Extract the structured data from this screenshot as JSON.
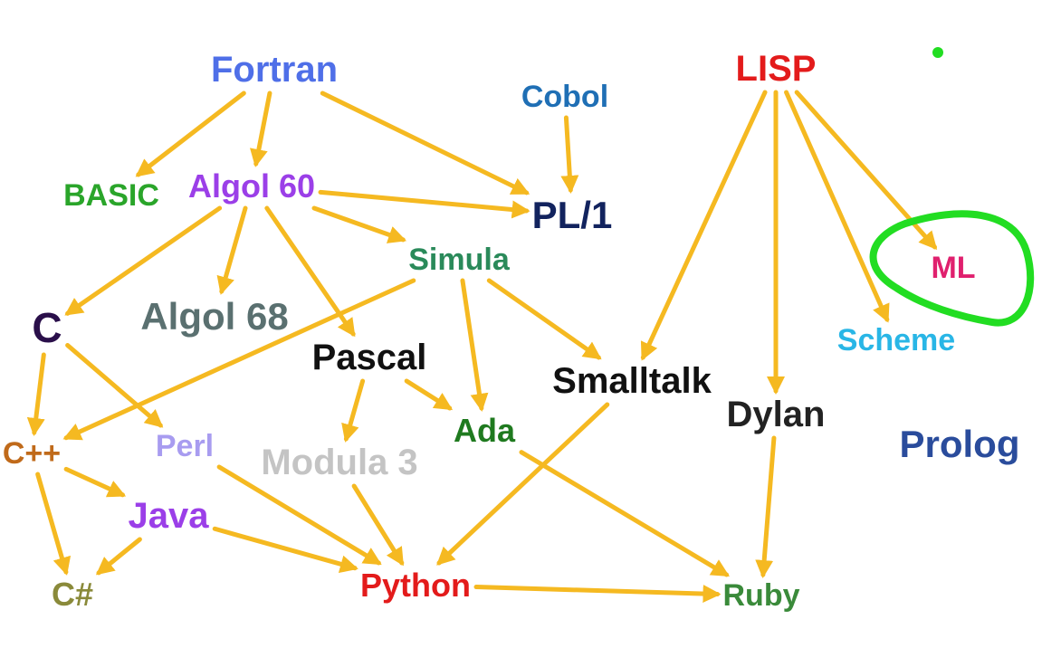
{
  "languages": {
    "fortran": {
      "label": "Fortran",
      "color": "#4f6fe8"
    },
    "cobol": {
      "label": "Cobol",
      "color": "#1f6fb5"
    },
    "lisp": {
      "label": "LISP",
      "color": "#e31b1b"
    },
    "basic": {
      "label": "BASIC",
      "color": "#2aa52a"
    },
    "algol60": {
      "label": "Algol 60",
      "color": "#9b3fe8"
    },
    "pl1": {
      "label": "PL/1",
      "color": "#12235e"
    },
    "simula": {
      "label": "Simula",
      "color": "#2a8a5a"
    },
    "c": {
      "label": "C",
      "color": "#2a0f4a"
    },
    "algol68": {
      "label": "Algol 68",
      "color": "#5a7070"
    },
    "pascal": {
      "label": "Pascal",
      "color": "#111111"
    },
    "smalltalk": {
      "label": "Smalltalk",
      "color": "#111111"
    },
    "dylan": {
      "label": "Dylan",
      "color": "#222222"
    },
    "ml": {
      "label": "ML",
      "color": "#e0206e"
    },
    "scheme": {
      "label": "Scheme",
      "color": "#29b6e6"
    },
    "prolog": {
      "label": "Prolog",
      "color": "#2a4c9c"
    },
    "cpp": {
      "label": "C++",
      "color": "#c06a1a"
    },
    "perl": {
      "label": "Perl",
      "color": "#a89cf0"
    },
    "modula3": {
      "label": "Modula 3",
      "color": "#c4c4c4"
    },
    "ada": {
      "label": "Ada",
      "color": "#1f7a1f"
    },
    "java": {
      "label": "Java",
      "color": "#9b3fe8"
    },
    "csharp": {
      "label": "C#",
      "color": "#8a8a3a"
    },
    "python": {
      "label": "Python",
      "color": "#e31b1b"
    },
    "ruby": {
      "label": "Ruby",
      "color": "#3a8a3a"
    }
  },
  "edges": [
    [
      "fortran",
      "basic"
    ],
    [
      "fortran",
      "algol60"
    ],
    [
      "fortran",
      "pl1"
    ],
    [
      "cobol",
      "pl1"
    ],
    [
      "algol60",
      "pl1"
    ],
    [
      "algol60",
      "simula"
    ],
    [
      "algol60",
      "c"
    ],
    [
      "algol60",
      "algol68"
    ],
    [
      "algol60",
      "pascal"
    ],
    [
      "simula",
      "cpp"
    ],
    [
      "simula",
      "ada"
    ],
    [
      "simula",
      "smalltalk"
    ],
    [
      "lisp",
      "smalltalk"
    ],
    [
      "lisp",
      "dylan"
    ],
    [
      "lisp",
      "scheme"
    ],
    [
      "lisp",
      "ml"
    ],
    [
      "c",
      "cpp"
    ],
    [
      "c",
      "perl"
    ],
    [
      "pascal",
      "modula3"
    ],
    [
      "pascal",
      "ada"
    ],
    [
      "cpp",
      "java"
    ],
    [
      "cpp",
      "csharp"
    ],
    [
      "java",
      "csharp"
    ],
    [
      "java",
      "python"
    ],
    [
      "perl",
      "python"
    ],
    [
      "modula3",
      "python"
    ],
    [
      "smalltalk",
      "python"
    ],
    [
      "ada",
      "ruby"
    ],
    [
      "python",
      "ruby"
    ],
    [
      "dylan",
      "ruby"
    ]
  ],
  "highlight": {
    "target": "ml",
    "color": "#22dd22"
  },
  "arrow_color": "#f5b921"
}
